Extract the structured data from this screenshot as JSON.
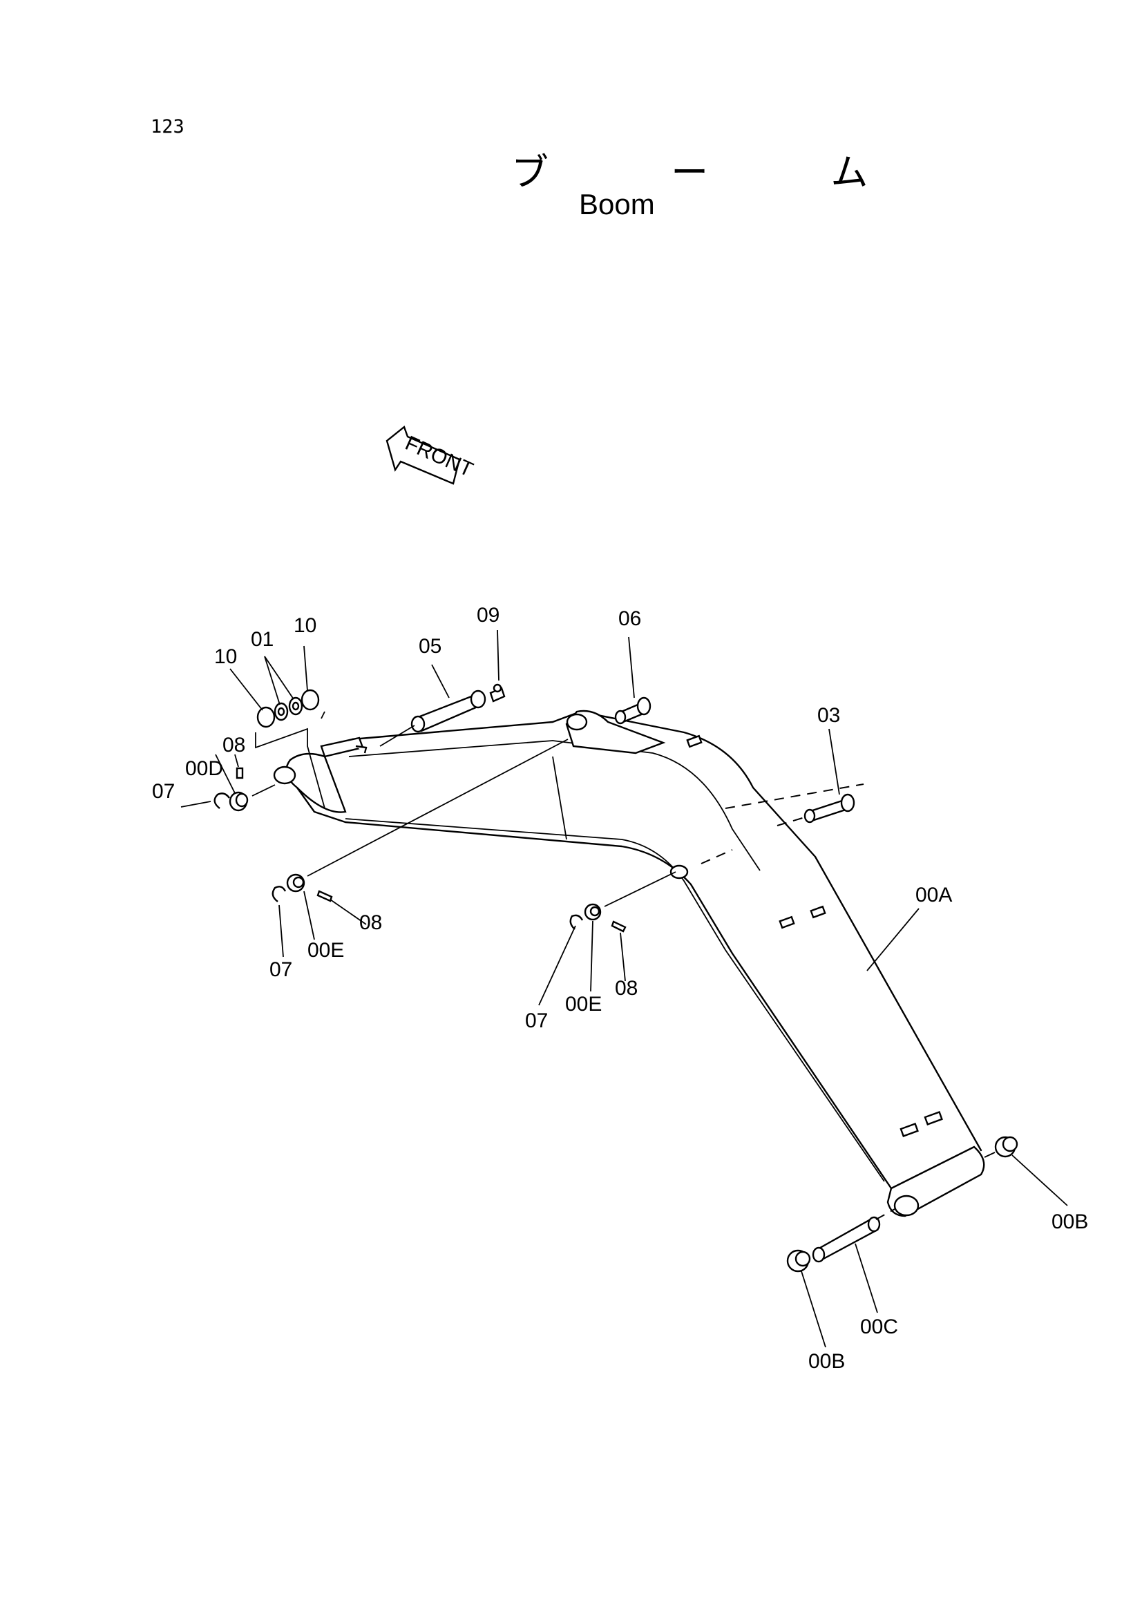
{
  "page_number": "123",
  "title_jp": "ブ ー ム",
  "title_en": "Boom",
  "front_arrow_label": "FRONT",
  "part_labels": {
    "p10_a": "10",
    "p01": "01",
    "p10_b": "10",
    "p05": "05",
    "p09": "09",
    "p06": "06",
    "p03": "03",
    "p08_a": "08",
    "p00D": "00D",
    "p07_a": "07",
    "p08_b": "08",
    "p00E_a": "00E",
    "p07_b": "07",
    "p07_c": "07",
    "p00E_b": "00E",
    "p08_c": "08",
    "p00A": "00A",
    "p00B_a": "00B",
    "p00C": "00C",
    "p00B_b": "00B"
  }
}
